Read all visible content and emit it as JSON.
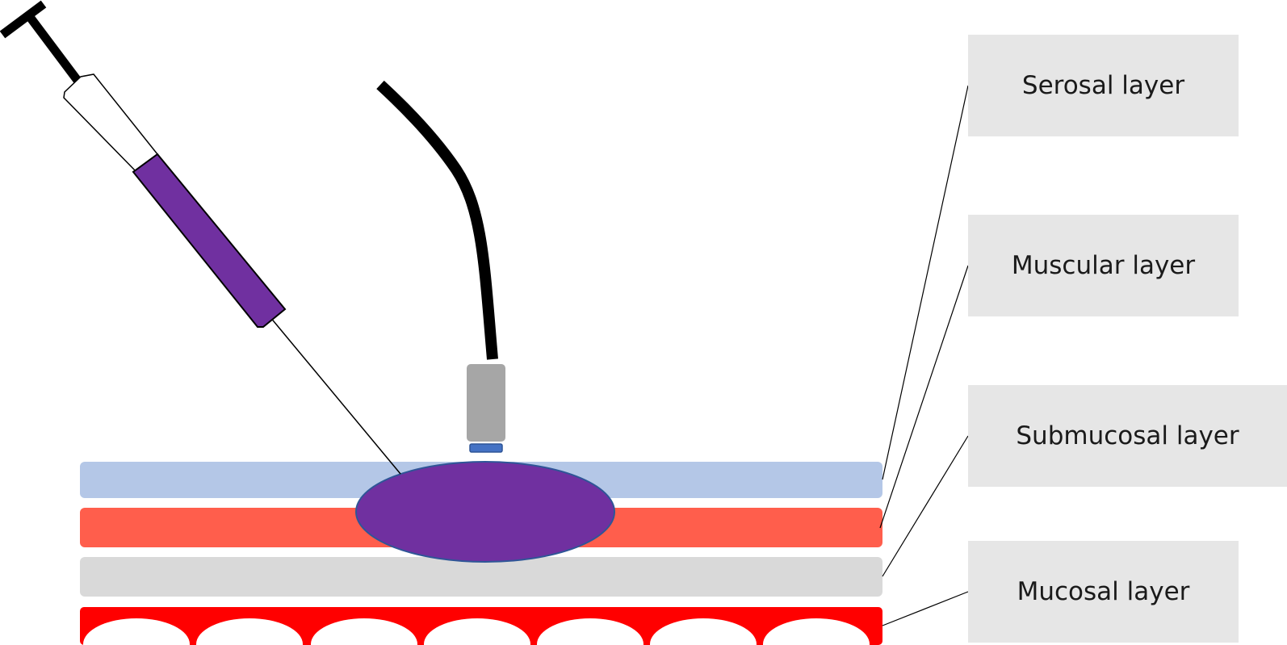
{
  "labels": {
    "serosal": "Serosal layer",
    "muscular": "Muscular layer",
    "submucosal": "Submucosal layer",
    "mucosal": "Mucosal layer"
  },
  "colors": {
    "serosal": "#b4c7e7",
    "muscular": "#ff5e4c",
    "submucosal": "#d9d9d9",
    "mucosal": "#ff0000",
    "injection_bleb": "#7030a0",
    "syringe_fluid": "#7030a0",
    "probe_body": "#a6a6a6",
    "probe_tip": "#4472c4",
    "label_box": "#e6e6e6"
  },
  "icons": {
    "syringe": "syringe-icon",
    "probe": "endoscopic-probe-icon"
  }
}
